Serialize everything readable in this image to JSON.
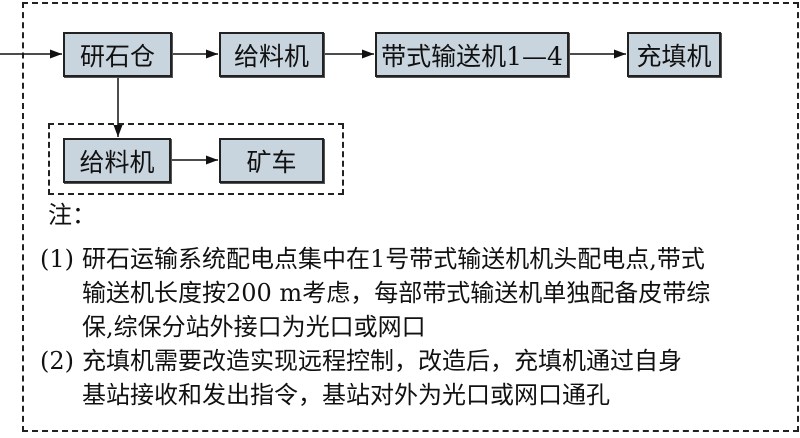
{
  "flow": {
    "main": [
      "研石仓",
      "给料机",
      "带式输送机1—4",
      "充填机"
    ],
    "branch": [
      "给料机",
      "矿车"
    ]
  },
  "notes": {
    "title": "注：",
    "items": [
      {
        "num": "(1)",
        "lines": [
          "研石运输系统配电点集中在1号带式输送机机头配电点,带式",
          "输送机长度按200 m考虑，每部带式输送机单独配备皮带综",
          "保,综保分站外接口为光口或网口"
        ]
      },
      {
        "num": "(2)",
        "lines": [
          "充填机需要改造实现远程控制，改造后，充填机通过自身",
          "基站接收和发出指令，基站对外为光口或网口通孔"
        ]
      }
    ]
  }
}
